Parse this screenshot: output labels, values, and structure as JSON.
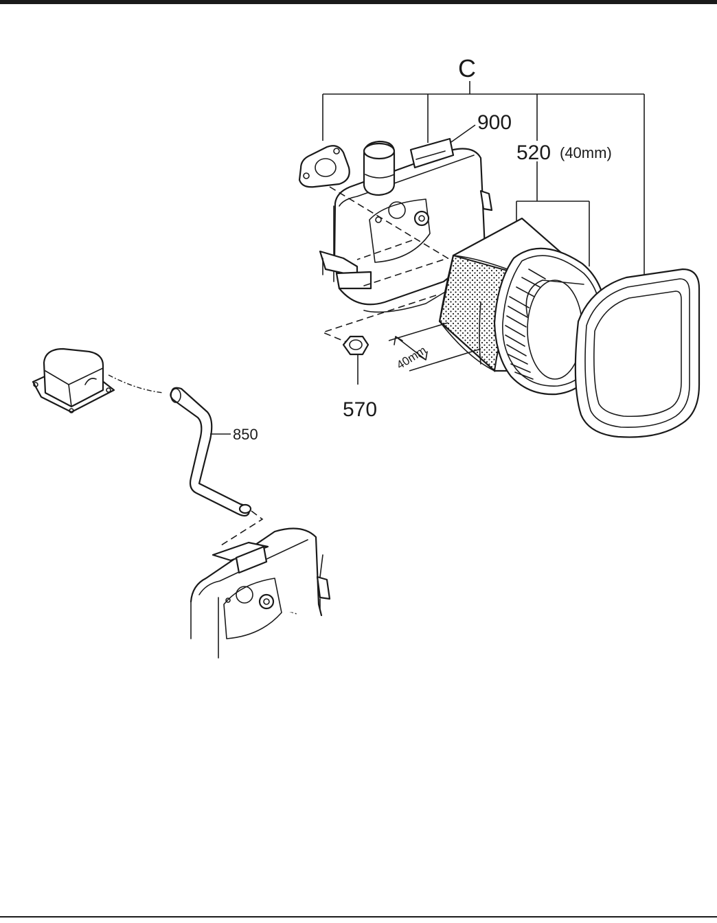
{
  "labels": {
    "group": "C",
    "element_cover": "900",
    "filter_element": "520",
    "filter_size": "(40mm)",
    "wing_nut": "570",
    "breather_tube": "850",
    "dimension": "40mm"
  },
  "icons": {
    "air_cleaner_case": "air-cleaner-case-icon",
    "gasket": "gasket-icon",
    "filter_element": "filter-element-icon",
    "outer_cover": "outer-cover-icon",
    "wing_nut": "wing-nut-icon",
    "rocker_cover": "rocker-cover-icon",
    "breather_tube": "breather-tube-icon",
    "case_detail": "case-detail-icon"
  },
  "colors": {
    "ink": "#1a1a1a",
    "paper": "#ffffff"
  }
}
